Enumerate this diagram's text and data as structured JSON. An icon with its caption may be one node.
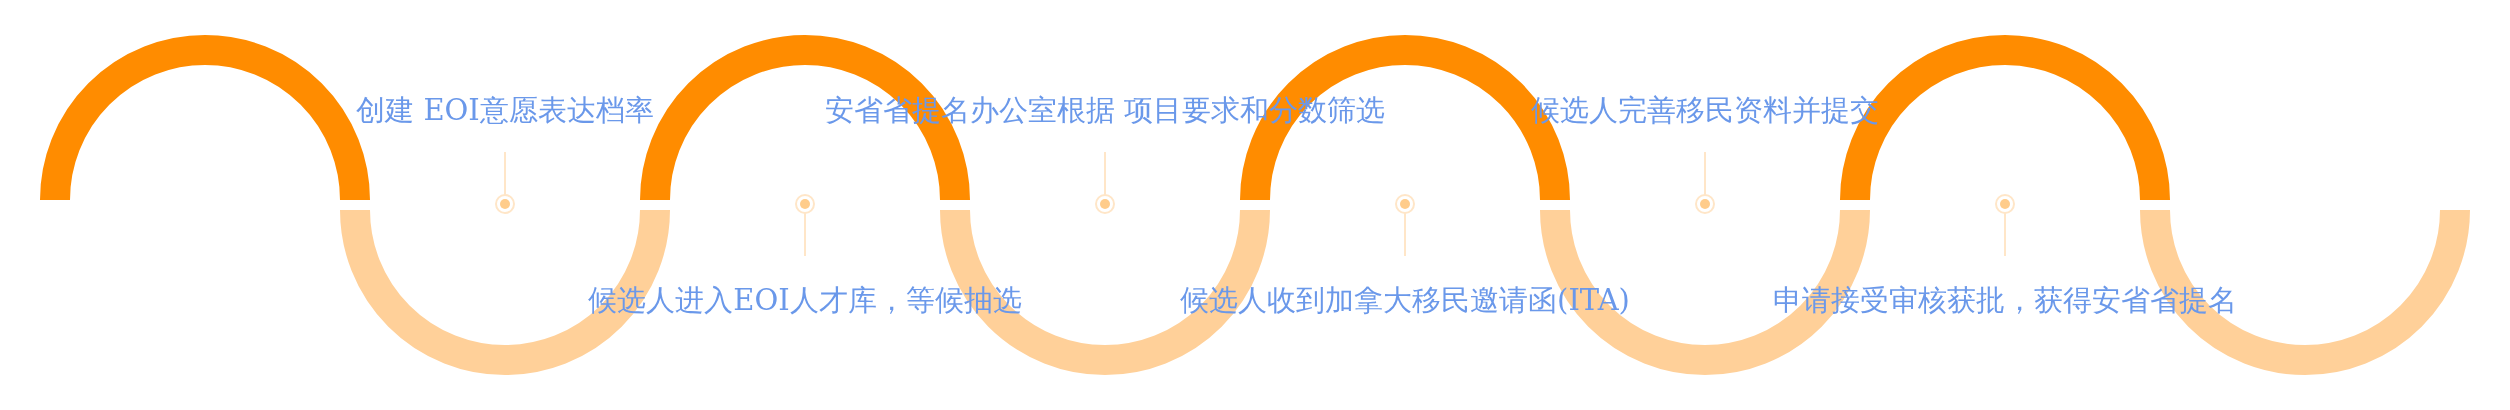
{
  "diagram": {
    "labels": [
      "创建 EOI意愿表达档率",
      "候选人进入EOI人才库，等候抽选",
      "安省省提名办公室根据 项目要求和分数筛选",
      "候选人收到加拿大移民邀请函(ITA)",
      "候选人完善移民资料并提交",
      "申请接受审核获批，获得安省省提名"
    ]
  }
}
